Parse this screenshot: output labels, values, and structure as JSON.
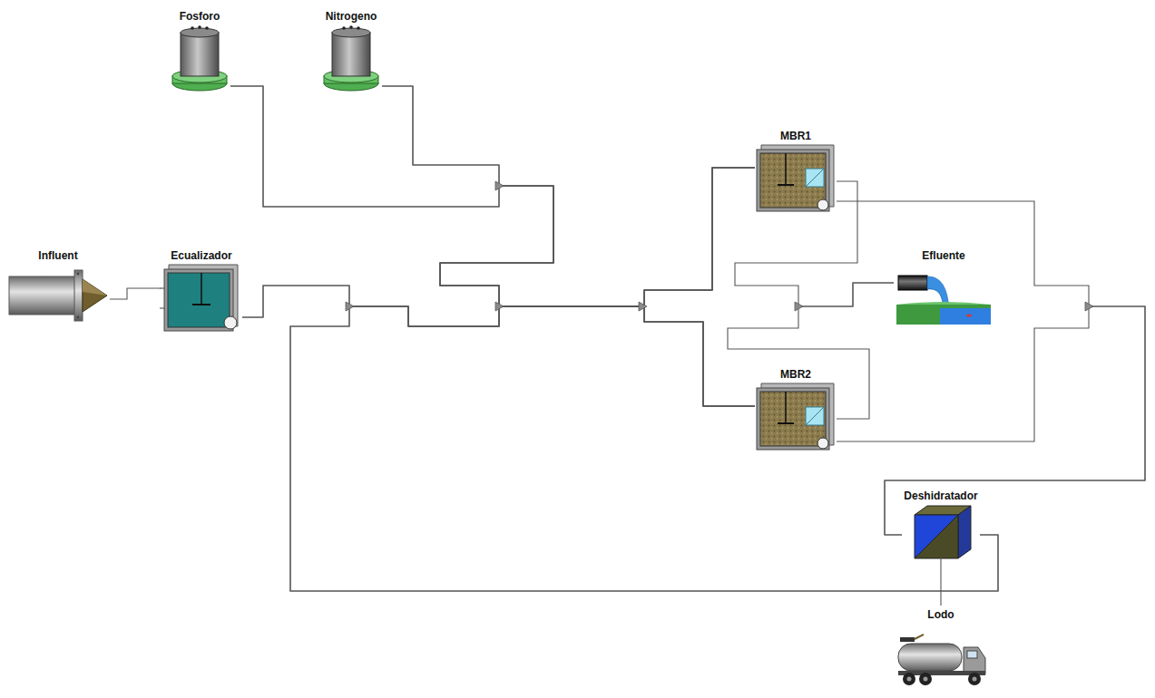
{
  "diagram": {
    "nodes": [
      {
        "text": [
          "Fosforo"
        ]
      },
      {
        "text": [
          "Nitrogeno"
        ]
      },
      {
        "text": [
          "Influent"
        ]
      },
      {
        "text": [
          "Ecualizador"
        ]
      },
      {
        "text": [
          "MBR1"
        ]
      },
      {
        "text": [
          "Efluente"
        ]
      },
      {
        "text": [
          "MBR2"
        ]
      },
      {
        "text": [
          "Deshidratador"
        ]
      },
      {
        "text": [
          "Lodo"
        ]
      }
    ],
    "edges": [
      {
        "from": 2,
        "to": 3,
        "arrow": "none"
      },
      {
        "from": 0,
        "to": 4,
        "arrow": "none"
      },
      {
        "from": 0,
        "to": 6,
        "arrow": "none"
      },
      {
        "from": 1,
        "to": 4,
        "arrow": "none"
      },
      {
        "from": 1,
        "to": 6,
        "arrow": "none"
      },
      {
        "from": 3,
        "to": 4,
        "arrow": "none"
      },
      {
        "from": 3,
        "to": 6,
        "arrow": "none"
      },
      {
        "from": 7,
        "to": 4,
        "arrow": "none"
      },
      {
        "from": 7,
        "to": 6,
        "arrow": "none"
      },
      {
        "from": 4,
        "to": 5,
        "arrow": "none"
      },
      {
        "from": 6,
        "to": 5,
        "arrow": "none"
      },
      {
        "from": 4,
        "to": 7,
        "arrow": "none"
      },
      {
        "from": 6,
        "to": 7,
        "arrow": "none"
      },
      {
        "from": 7,
        "to": 8,
        "arrow": "none"
      }
    ]
  }
}
